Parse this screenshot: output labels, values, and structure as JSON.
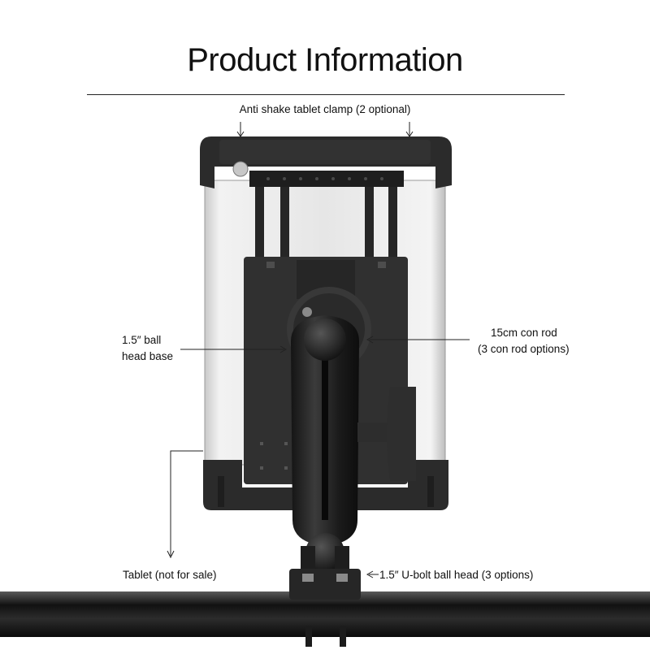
{
  "title": "Product Information",
  "labels": {
    "clamp": "Anti shake tablet clamp (2 optional)",
    "ball_base_line1": "1.5″ ball",
    "ball_base_line2": "head base",
    "con_rod_line1": "15cm con rod",
    "con_rod_line2": "(3 con rod options)",
    "tablet": "Tablet (not for sale)",
    "ubolt": "1.5″ U-bolt ball head (3 options)"
  },
  "illustration": {
    "subject": "tablet holder mounted on a handlebar with ball-joint arm",
    "colors": {
      "mount": "#2a2a2a",
      "tablet": "#d9d9d9",
      "bar": "#1a1a1a",
      "text": "#111111"
    }
  }
}
